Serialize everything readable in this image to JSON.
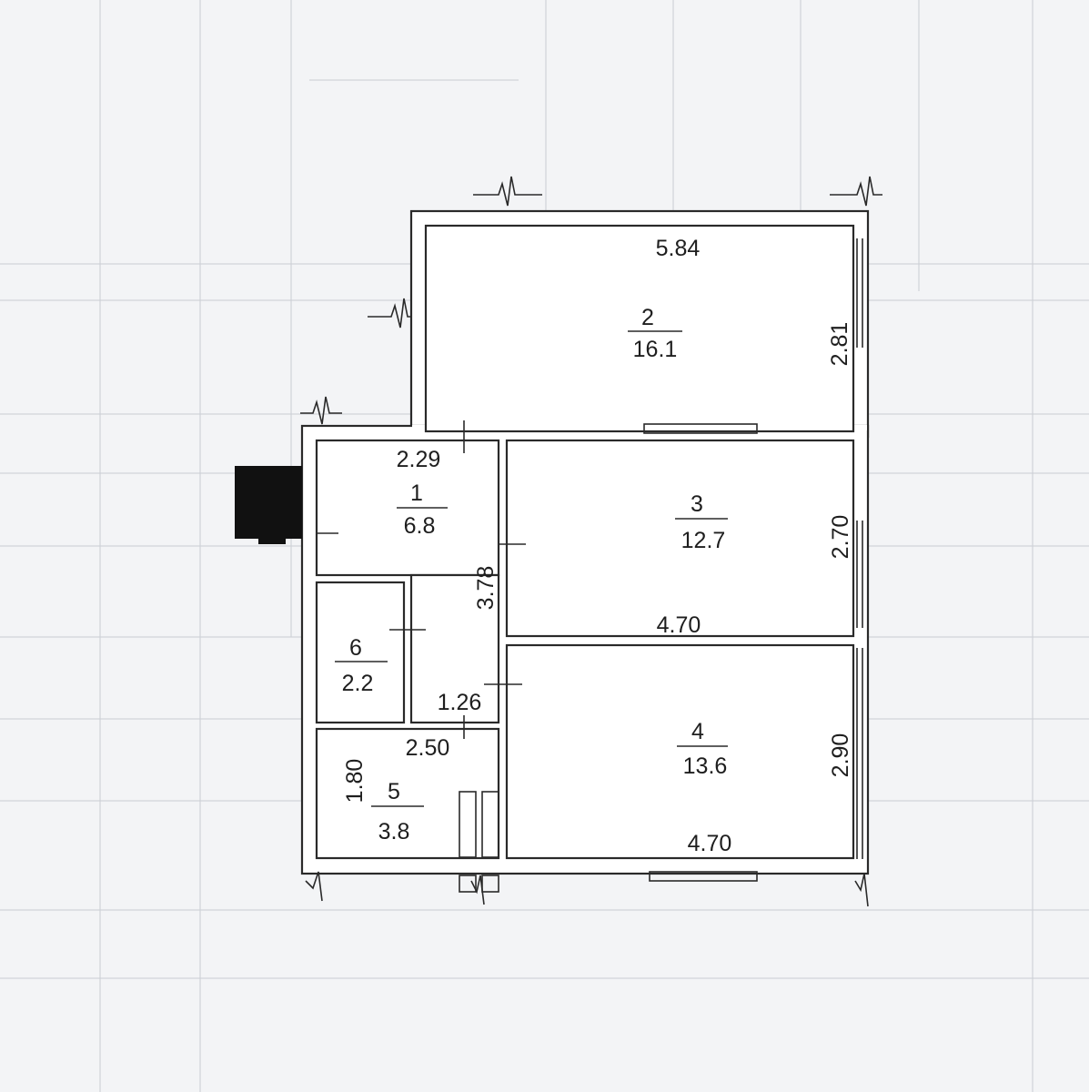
{
  "rooms": [
    {
      "number": "1",
      "area": "6.8"
    },
    {
      "number": "2",
      "area": "16.1"
    },
    {
      "number": "3",
      "area": "12.7"
    },
    {
      "number": "4",
      "area": "13.6"
    },
    {
      "number": "5",
      "area": "3.8"
    },
    {
      "number": "6",
      "area": "2.2"
    }
  ],
  "dimensions": {
    "room2_width": "5.84",
    "room2_height": "2.81",
    "room1_width": "2.29",
    "room1_height": "3.78",
    "room3_width": "4.70",
    "room3_height": "2.70",
    "room4_width": "4.70",
    "room4_height": "2.90",
    "corridor_width": "1.26",
    "room5_width": "2.50",
    "room5_height": "1.80"
  }
}
